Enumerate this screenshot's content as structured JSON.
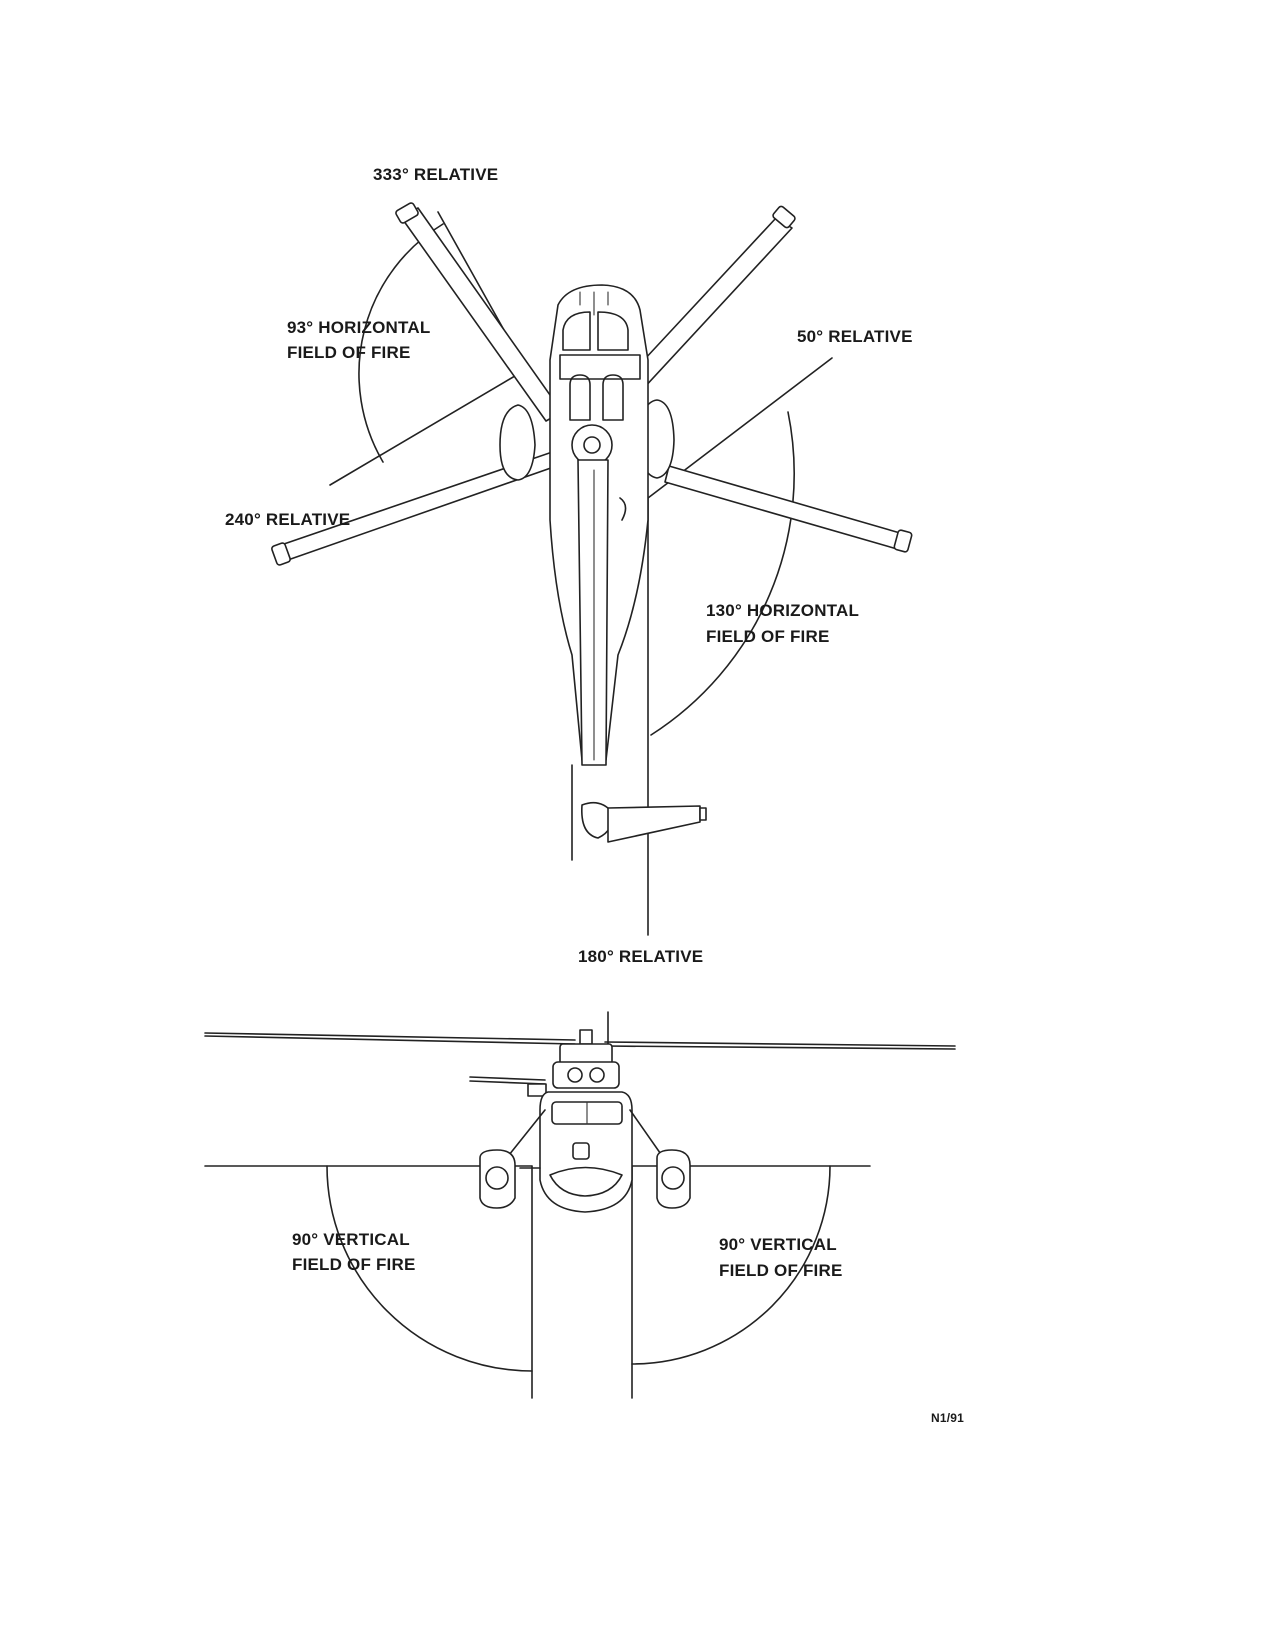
{
  "top_view": {
    "labels": {
      "rel_333": "333° RELATIVE",
      "hfof_93_line1": "93° HORIZONTAL",
      "hfof_93_line2": "FIELD OF FIRE",
      "rel_50": "50° RELATIVE",
      "rel_240": "240° RELATIVE",
      "hfof_130_line1": "130° HORIZONTAL",
      "hfof_130_line2": "FIELD OF FIRE",
      "rel_180": "180° RELATIVE"
    }
  },
  "front_view": {
    "labels": {
      "vfof_left_line1": "90° VERTICAL",
      "vfof_left_line2": "FIELD OF FIRE",
      "vfof_right_line1": "90° VERTICAL",
      "vfof_right_line2": "FIELD OF FIRE"
    }
  },
  "figure_code": "N1/91",
  "colors": {
    "ink": "#222222",
    "background": "#ffffff"
  }
}
